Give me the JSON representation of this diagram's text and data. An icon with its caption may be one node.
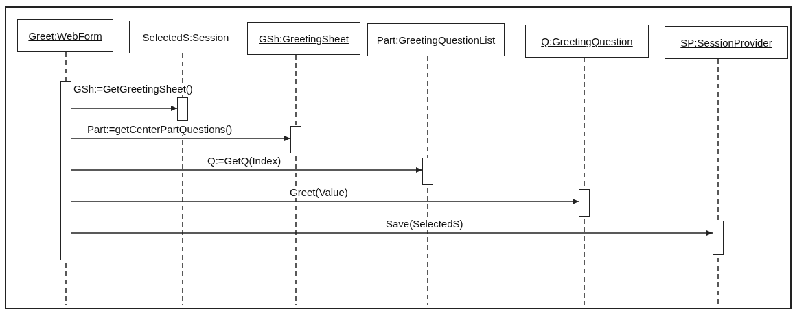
{
  "diagram": {
    "nodes": [
      {
        "text": [
          "Greet:WebForm"
        ]
      },
      {
        "text": [
          "SelectedS:Session"
        ]
      },
      {
        "text": [
          "GSh:GreetingSheet"
        ]
      },
      {
        "text": [
          "Part:GreetingQuestionList"
        ]
      },
      {
        "text": [
          "Q:GreetingQuestion"
        ]
      },
      {
        "text": [
          "SP:SessionProvider"
        ]
      },
      {
        "text": [],
        "shape": "bar"
      },
      {
        "text": [],
        "shape": "bar"
      },
      {
        "text": [],
        "shape": "bar"
      },
      {
        "text": [],
        "shape": "bar"
      },
      {
        "text": [],
        "shape": "bar"
      },
      {
        "text": [],
        "shape": "bar"
      }
    ],
    "edges": [
      {
        "from": 0,
        "to": 6,
        "arrow": "none",
        "style": "dashed"
      },
      {
        "from": 1,
        "to": 7,
        "arrow": "none",
        "style": "dashed"
      },
      {
        "from": 2,
        "to": 8,
        "arrow": "none",
        "style": "dashed"
      },
      {
        "from": 3,
        "to": 9,
        "arrow": "none",
        "style": "dashed"
      },
      {
        "from": 4,
        "to": 10,
        "arrow": "none",
        "style": "dashed"
      },
      {
        "from": 5,
        "to": 11,
        "arrow": "none",
        "style": "dashed"
      },
      {
        "from": 6,
        "to": 7,
        "arrow": "to",
        "label": "GSh:=GetGreetingSheet()"
      },
      {
        "from": 6,
        "to": 8,
        "arrow": "to",
        "label": "Part:=getCenterPartQuestions()"
      },
      {
        "from": 6,
        "to": 9,
        "arrow": "to",
        "label": "Q:=GetQ(Index)"
      },
      {
        "from": 6,
        "to": 10,
        "arrow": "to",
        "label": "Greet(Value)"
      },
      {
        "from": 6,
        "to": 11,
        "arrow": "to",
        "label": "Save(SelectedS)"
      }
    ]
  }
}
